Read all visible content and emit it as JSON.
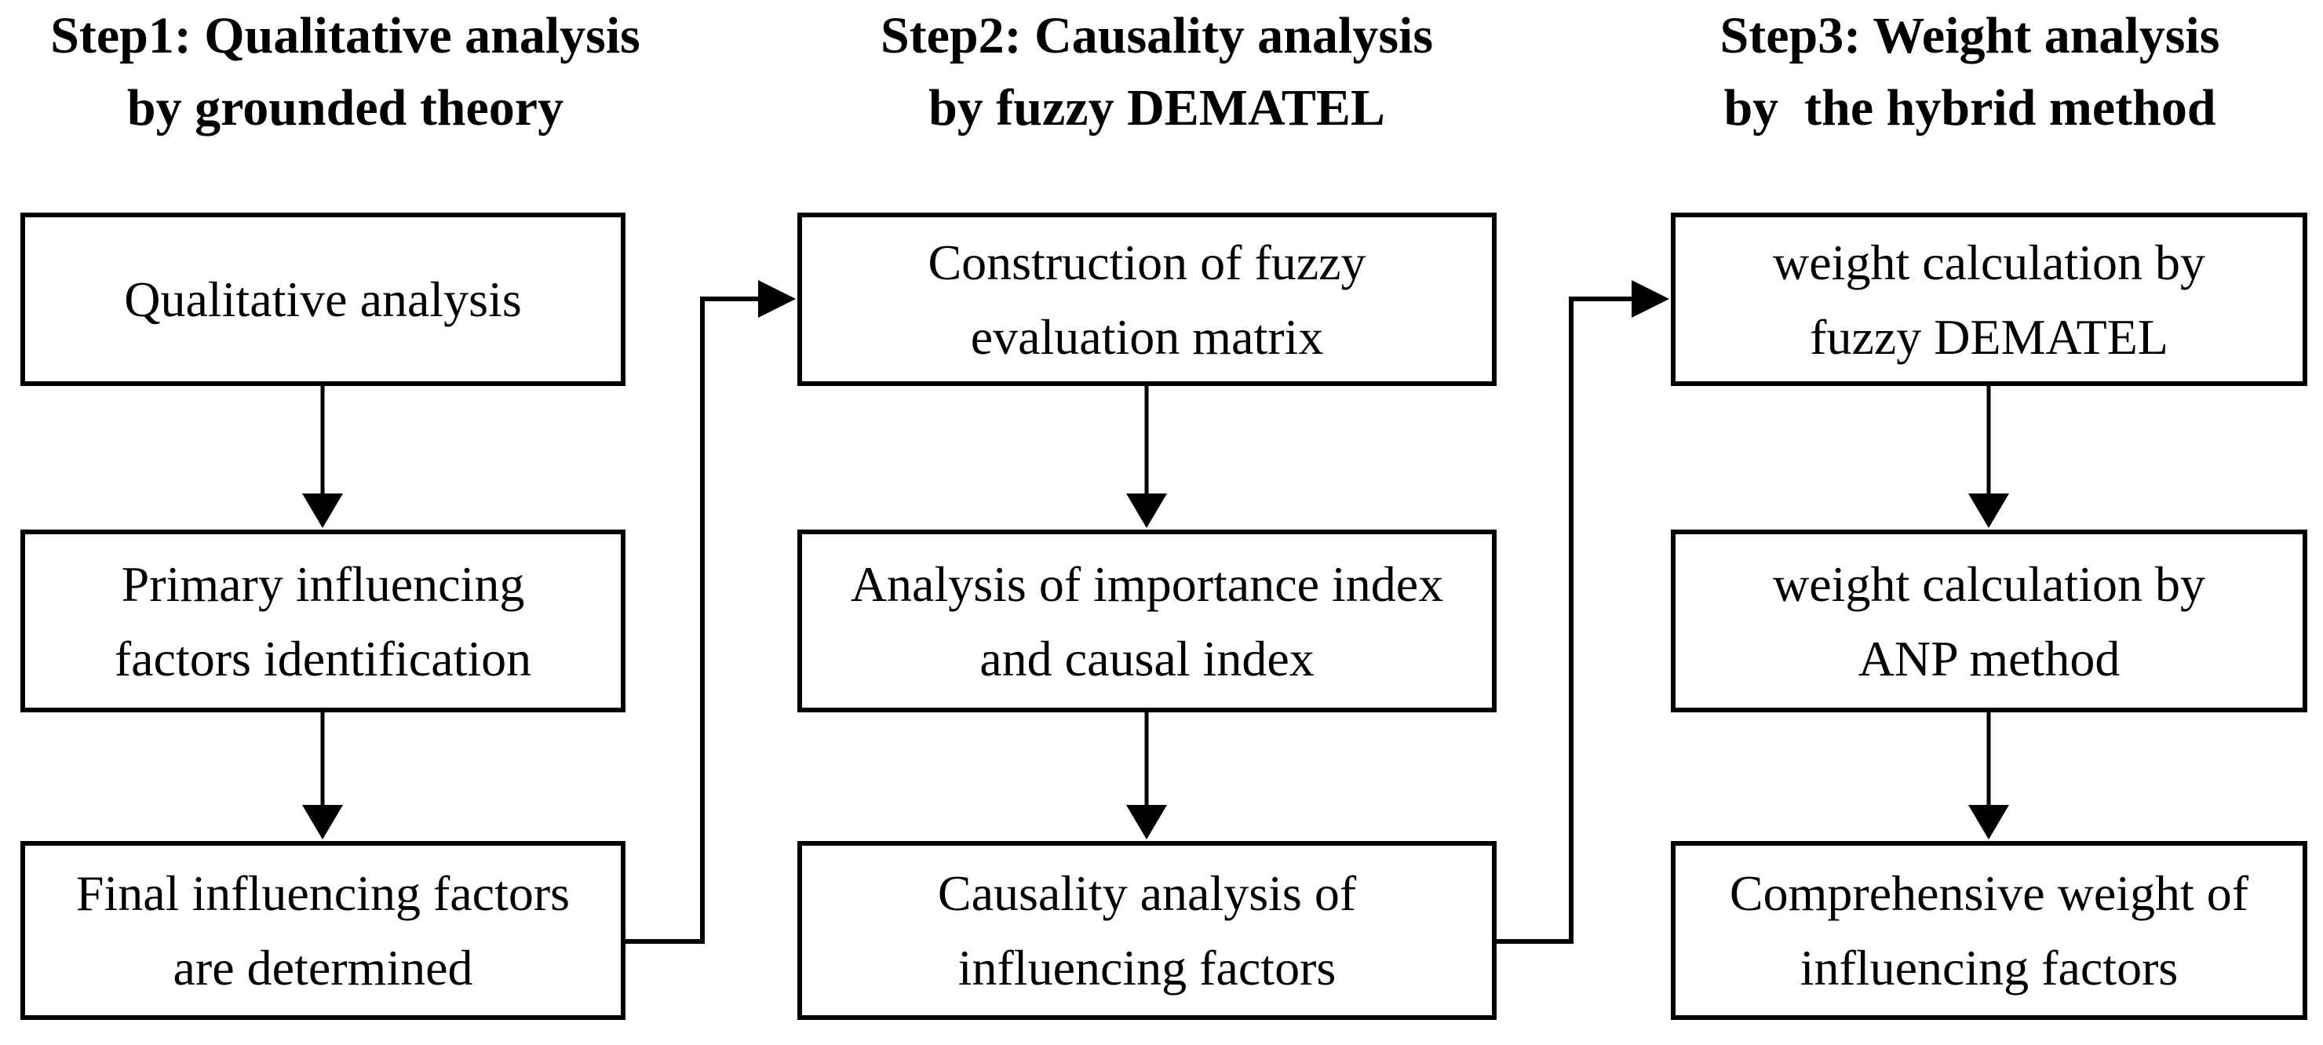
{
  "diagram": {
    "columns": [
      {
        "header": "Step1: Qualitative analysis\nby grounded theory",
        "boxes": [
          "Qualitative analysis",
          "Primary influencing\nfactors identification",
          "Final influencing factors\nare determined"
        ]
      },
      {
        "header": "Step2: Causality analysis\nby fuzzy DEMATEL",
        "boxes": [
          "Construction of fuzzy\nevaluation matrix",
          "Analysis of importance index\nand causal index",
          "Causality analysis of\ninfluencing factors"
        ]
      },
      {
        "header": "Step3: Weight analysis\nby  the hybrid method",
        "boxes": [
          "weight calculation by\nfuzzy DEMATEL",
          "weight calculation by\nANP method",
          "Comprehensive weight of\ninfluencing factors"
        ]
      }
    ],
    "colors": {
      "line": "#000000",
      "box_fill": "#ffffff",
      "background": "#ffffff"
    }
  }
}
